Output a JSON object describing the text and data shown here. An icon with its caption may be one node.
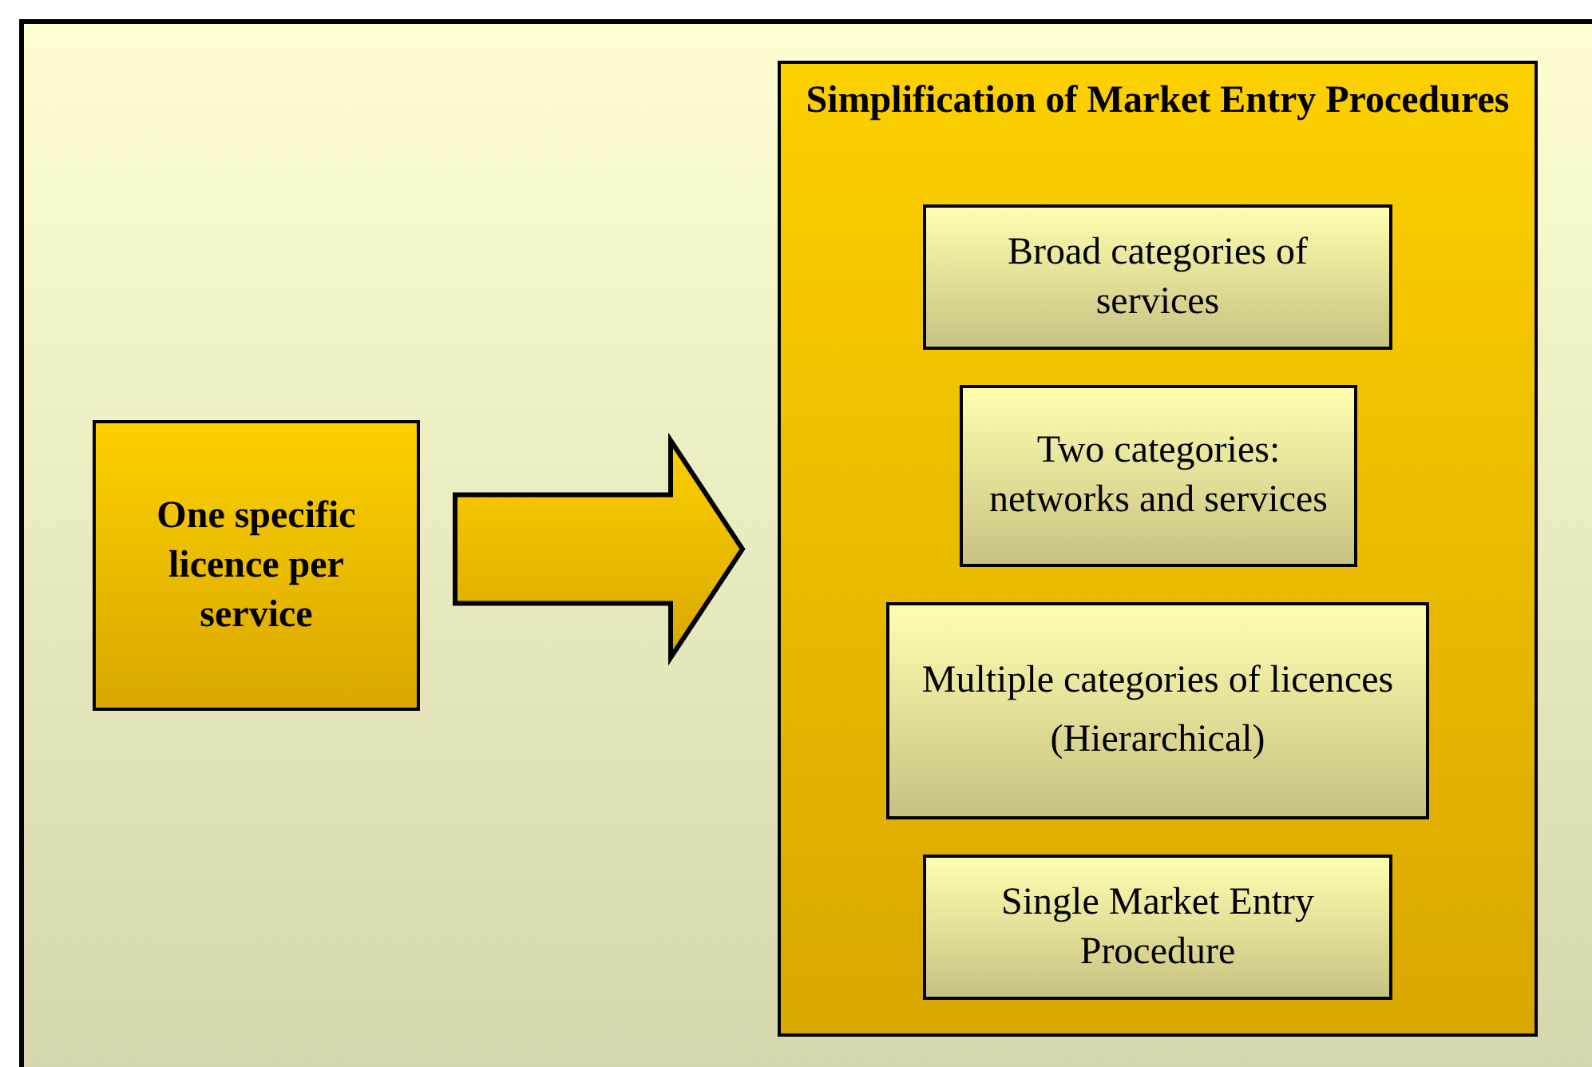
{
  "diagram": {
    "nodes": [
      {
        "text": [
          "One specific licence per service"
        ]
      },
      {
        "text": [
          "Simplification of Market Entry Procedures"
        ]
      },
      {
        "text": [
          "Broad categories of services"
        ],
        "in": 1
      },
      {
        "text": [
          "Two categories: networks and services"
        ],
        "in": 1
      },
      {
        "text": [
          "Multiple categories of licences",
          "(Hierarchical)"
        ],
        "in": 1
      },
      {
        "text": [
          "Single Market Entry Procedure"
        ],
        "in": 1
      }
    ],
    "edges": [
      {
        "from": 0,
        "to": 1,
        "arrow": "to",
        "style": "thick"
      }
    ]
  }
}
